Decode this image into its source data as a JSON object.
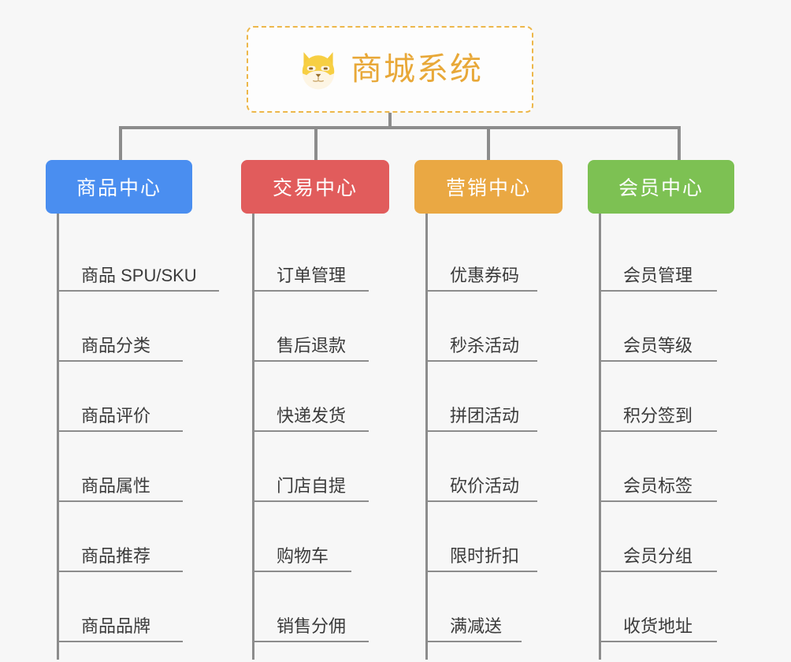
{
  "root": {
    "title": "商城系统",
    "icon": "shiba-face-icon",
    "border_color": "#edb74a",
    "text_color": "#e8a838"
  },
  "canvas": {
    "background": "#f7f7f7",
    "connector_color": "#8c8c8c"
  },
  "groups": [
    {
      "title": "商品中心",
      "color": "#4a8ef0",
      "items": [
        "商品 SPU/SKU",
        "商品分类",
        "商品评价",
        "商品属性",
        "商品推荐",
        "商品品牌"
      ]
    },
    {
      "title": "交易中心",
      "color": "#e15c5c",
      "items": [
        "订单管理",
        "售后退款",
        "快递发货",
        "门店自提",
        "购物车",
        "销售分佣"
      ]
    },
    {
      "title": "营销中心",
      "color": "#eaa843",
      "items": [
        "优惠券码",
        "秒杀活动",
        "拼团活动",
        "砍价活动",
        "限时折扣",
        "满减送"
      ]
    },
    {
      "title": "会员中心",
      "color": "#7dc153",
      "items": [
        "会员管理",
        "会员等级",
        "积分签到",
        "会员标签",
        "会员分组",
        "收货地址"
      ]
    }
  ],
  "layout": {
    "group_left": [
      58,
      306,
      526,
      746
    ],
    "group_width": [
      186,
      188,
      188,
      186
    ],
    "leaf_underline_width": [
      206,
      148,
      142,
      150
    ]
  }
}
